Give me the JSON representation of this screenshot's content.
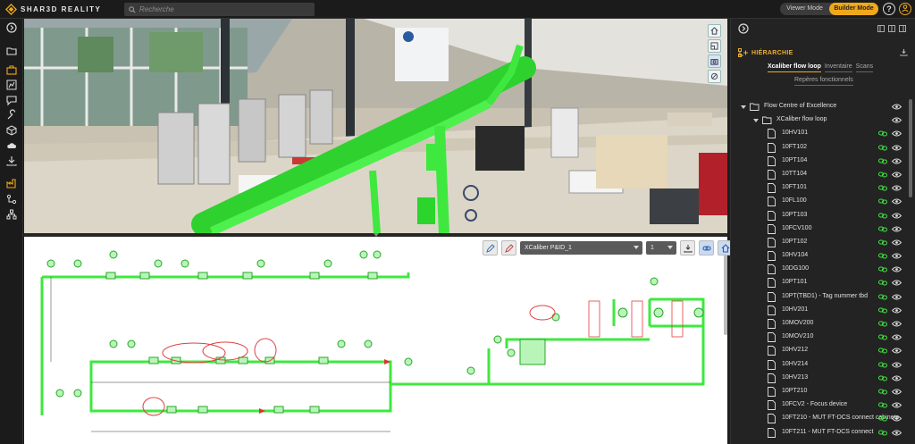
{
  "app": {
    "brand": "SHAR3D REALITY"
  },
  "search": {
    "placeholder": "Recherche"
  },
  "modes": {
    "viewer": "Viewer Mode",
    "builder": "Builder Mode"
  },
  "help_glyph": "?",
  "pid": {
    "document": "XCaliber P&ID_1",
    "page": "1"
  },
  "panel": {
    "title": "HIÉRARCHIE",
    "tabs": [
      "Xcaliber flow loop",
      "Inventaire",
      "Scans"
    ],
    "tab2": "Repères fonctionnels",
    "tree": [
      {
        "label": "Flow Centre of Excellence",
        "level": 0
      },
      {
        "label": "XCaliber flow loop",
        "level": 1
      },
      {
        "label": "10HV101",
        "level": 2
      },
      {
        "label": "10FT102",
        "level": 2
      },
      {
        "label": "10PT104",
        "level": 2
      },
      {
        "label": "10TT104",
        "level": 2
      },
      {
        "label": "10FT101",
        "level": 2
      },
      {
        "label": "10FL100",
        "level": 2
      },
      {
        "label": "10PT103",
        "level": 2
      },
      {
        "label": "10FCV100",
        "level": 2
      },
      {
        "label": "10PT102",
        "level": 2
      },
      {
        "label": "10HV104",
        "level": 2
      },
      {
        "label": "10DG100",
        "level": 2
      },
      {
        "label": "10PT101",
        "level": 2
      },
      {
        "label": "10PT(TBD1) - Tag nummer tbd",
        "level": 2
      },
      {
        "label": "10HV201",
        "level": 2
      },
      {
        "label": "10MOV200",
        "level": 2
      },
      {
        "label": "10MOV210",
        "level": 2
      },
      {
        "label": "10HV212",
        "level": 2
      },
      {
        "label": "10HV214",
        "level": 2
      },
      {
        "label": "10HV213",
        "level": 2
      },
      {
        "label": "10PT210",
        "level": 2
      },
      {
        "label": "10FCV2 - Focus device",
        "level": 2
      },
      {
        "label": "10FT210 - MUT FT-DCS connect cabinets",
        "level": 2
      },
      {
        "label": "10FT211 - MUT FT-DCS connect",
        "level": 2
      }
    ]
  },
  "colors": {
    "accent": "#f0a81a",
    "pipe": "#3fe83f",
    "panel": "#232323"
  }
}
